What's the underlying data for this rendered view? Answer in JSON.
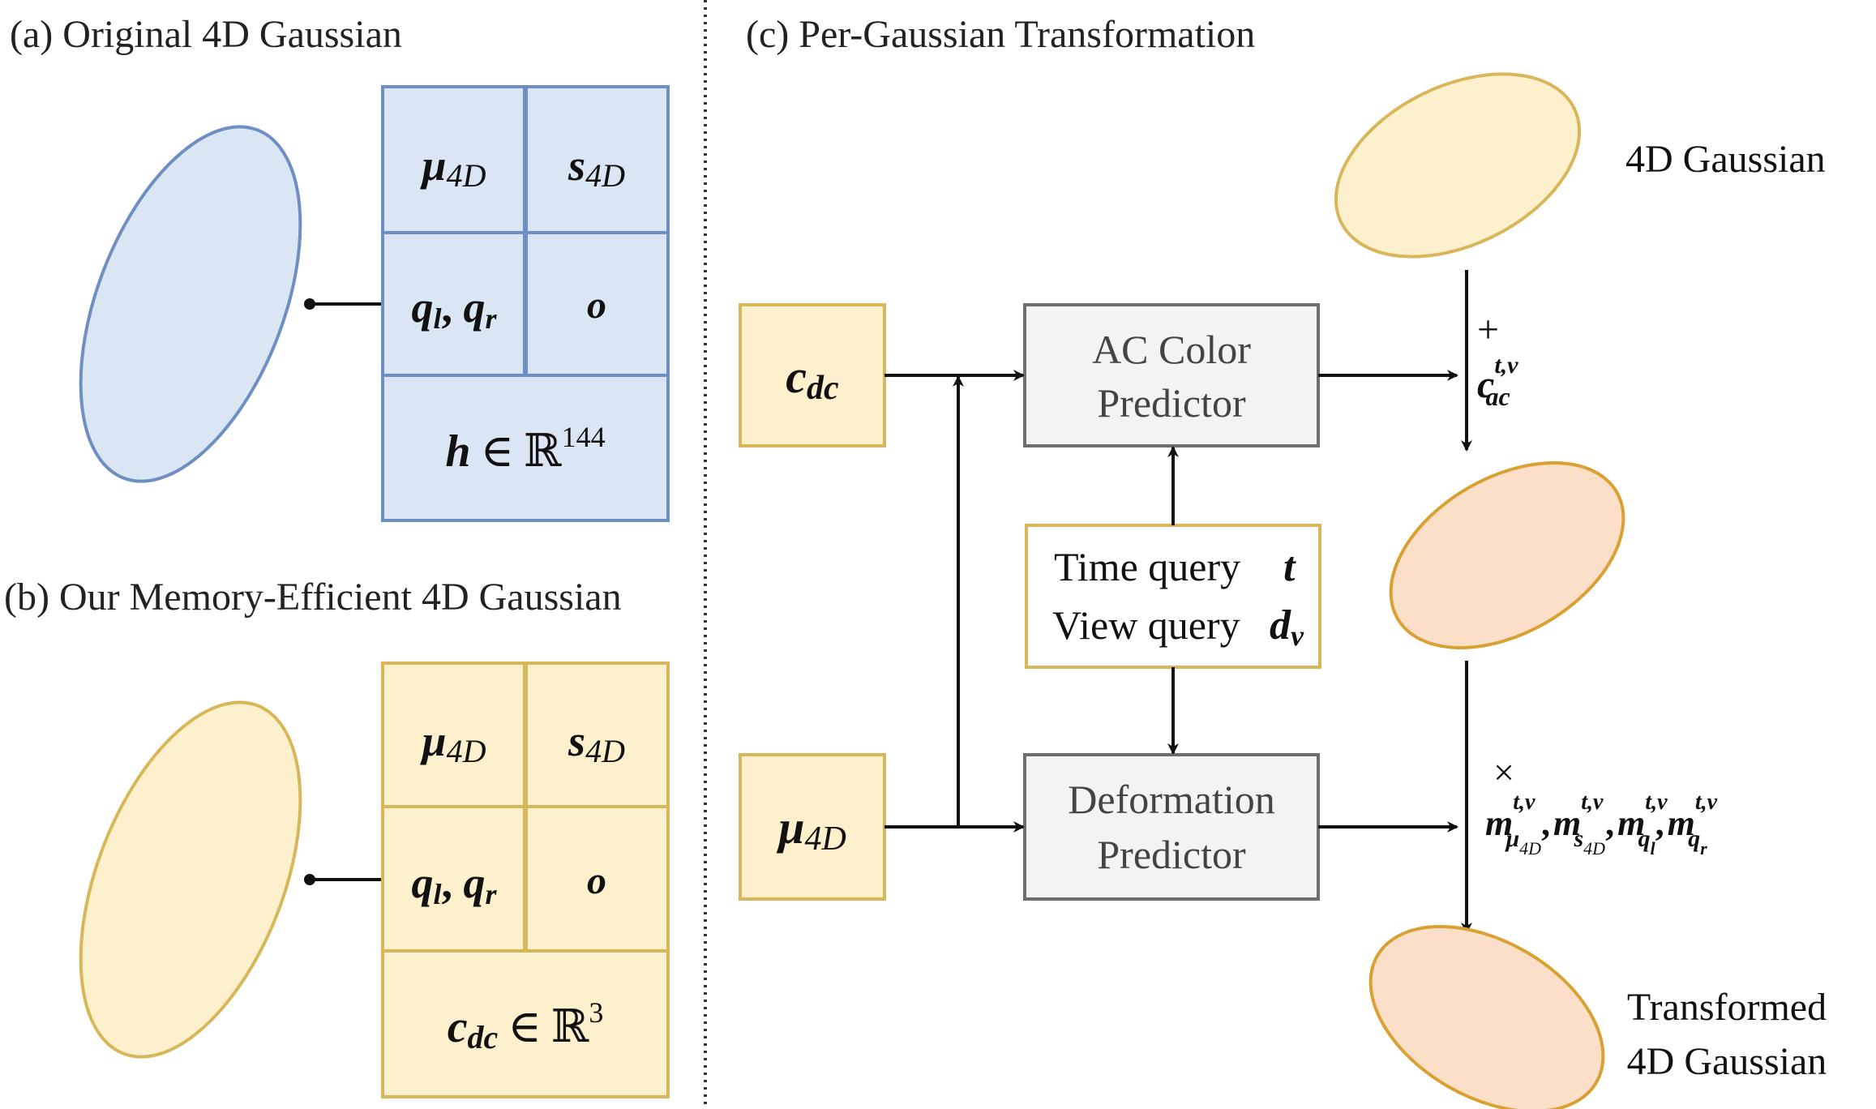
{
  "panels": {
    "a": {
      "caption": "(a) Original 4D Gaussian"
    },
    "b": {
      "caption": "(b) Our Memory-Efficient 4D Gaussian"
    },
    "c": {
      "caption": "(c) Per-Gaussian Transformation"
    }
  },
  "table_a": {
    "mu": "μ",
    "mu_sub": "4D",
    "s": "s",
    "s_sub": "4D",
    "q_l": "q",
    "q_l_sub": "l",
    "q_comma": ", ",
    "q_r": "q",
    "q_r_sub": "r",
    "o": "o",
    "h": "h",
    "in": "∈",
    "R": "ℝ",
    "dim": "144"
  },
  "table_b": {
    "mu": "μ",
    "mu_sub": "4D",
    "s": "s",
    "s_sub": "4D",
    "q_l": "q",
    "q_l_sub": "l",
    "q_comma": ", ",
    "q_r": "q",
    "q_r_sub": "r",
    "o": "o",
    "c": "c",
    "c_sub": "dc",
    "in": "∈",
    "R": "ℝ",
    "dim": "3"
  },
  "inputs": {
    "cdc": {
      "sym": "c",
      "sub": "dc"
    },
    "mu4d": {
      "sym": "μ",
      "sub": "4D"
    }
  },
  "ac_predictor": {
    "line1": "AC Color",
    "line2": "Predictor"
  },
  "deform_predictor": {
    "line1": "Deformation",
    "line2": "Predictor"
  },
  "query": {
    "time_label": "Time query",
    "time_sym": "t",
    "view_label": "View query",
    "view_sym": "d",
    "view_sub": "v"
  },
  "right": {
    "gaussian_label": "4D Gaussian",
    "plus": "+",
    "cac_sym": "c",
    "cac_sup": "t,v",
    "cac_sub": "ac",
    "times": "×",
    "m_sym": "m",
    "m_sup": "t,v",
    "m1_sub": "μ",
    "m1_subsub": "4D",
    "m2_sub": "s",
    "m2_subsub": "4D",
    "m3_sub": "q",
    "m3_subsub": "l",
    "m4_sub": "q",
    "m4_subsub": "r",
    "comma": ",",
    "transformed_line1": "Transformed",
    "transformed_line2": "4D Gaussian"
  },
  "colors": {
    "blue_fill": "#dae6f4",
    "blue_stroke": "#6f8fc4",
    "yellow_fill": "#fdf0cc",
    "yellow_stroke": "#d8b65a",
    "peach_fill": "#fbdfc9",
    "peach_stroke": "#d9a032",
    "gray_fill": "#f3f3f3",
    "gray_stroke": "#6e6e6e"
  }
}
